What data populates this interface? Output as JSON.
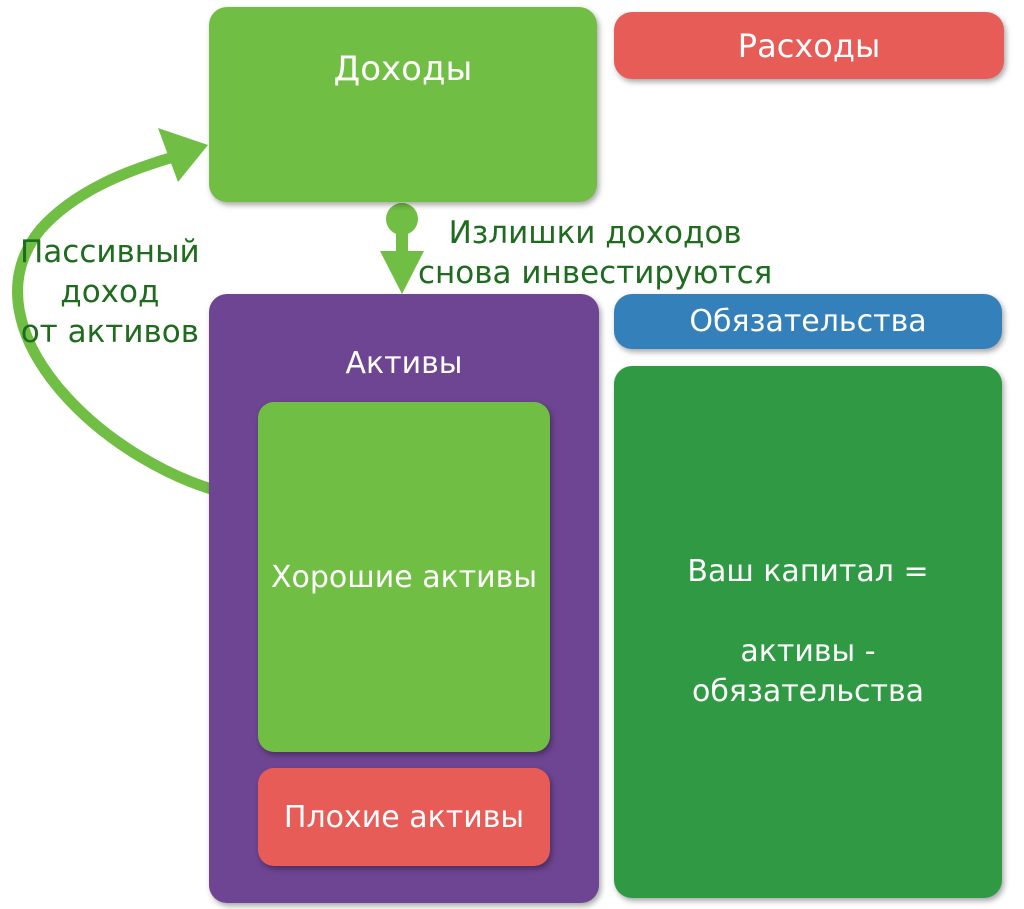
{
  "income": {
    "label": "Доходы"
  },
  "expenses": {
    "label": "Расходы"
  },
  "assets": {
    "label": "Активы",
    "good": "Хорошие активы",
    "bad": "Плохие активы"
  },
  "liabilities": {
    "label": "Обязательства"
  },
  "equity": {
    "line1": "Ваш капитал =",
    "line2": "активы -",
    "line3": "обязательства"
  },
  "annotations": {
    "passive": [
      "Пассивный",
      "доход",
      "от активов"
    ],
    "reinvest": [
      "Излишки доходов",
      "снова инвестируются"
    ]
  },
  "colors": {
    "income_green": "#70be44",
    "expenses_red": "#e85c57",
    "assets_purple": "#6e4593",
    "liabilities_blue": "#3380bb",
    "equity_green": "#2f9a43",
    "label_dark_green": "#1f6b1f"
  }
}
